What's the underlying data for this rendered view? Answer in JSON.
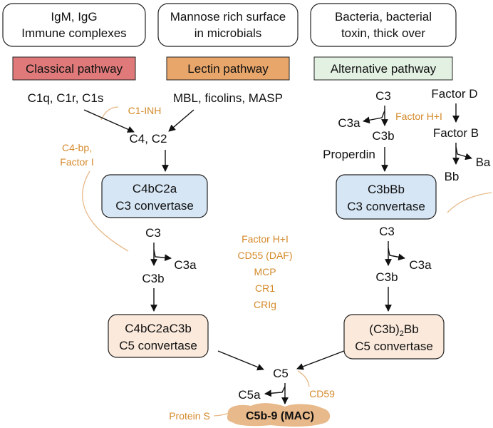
{
  "triggers": {
    "classical": [
      "IgM, IgG",
      "Immune complexes"
    ],
    "lectin": [
      "Mannose rich surface",
      "in microbials"
    ],
    "alternative": [
      "Bacteria, bacterial",
      "toxin, thick over"
    ]
  },
  "pathways": {
    "classical": {
      "label": "Classical pathway",
      "color": "#e07a7a"
    },
    "lectin": {
      "label": "Lectin pathway",
      "color": "#e8a66a"
    },
    "alternative": {
      "label": "Alternative pathway",
      "color": "#e3f1e3"
    }
  },
  "classical": {
    "initiators": "C1q, C1r, C1s",
    "c4c2": "C4, C2",
    "c3_convertase": [
      "C4bC2a",
      "C3 convertase"
    ],
    "c3": "C3",
    "c3a": "C3a",
    "c3b": "C3b",
    "c5_convertase": [
      "C4bC2aC3b",
      "C5 convertase"
    ]
  },
  "lectin": {
    "initiators": "MBL, ficolins, MASP"
  },
  "alternative": {
    "c3": "C3",
    "c3a": "C3a",
    "c3b": "C3b",
    "factor_d": "Factor D",
    "factor_b": "Factor B",
    "bb": "Bb",
    "ba": "Ba",
    "properdin": "Properdin",
    "c3_convertase": [
      "C3bBb",
      "C3 convertase"
    ],
    "c3_second": "C3",
    "c3a_second": "C3a",
    "c3b_second": "C3b",
    "c5_convertase_prefix": "(C3b)",
    "c5_convertase_sub": "2",
    "c5_convertase_suffix": "Bb",
    "c5_convertase_line2": "C5 convertase"
  },
  "terminal": {
    "c5": "C5",
    "c5a": "C5a",
    "mac": "C5b-9 (MAC)",
    "mac_color": "#e8b98a"
  },
  "regulators": {
    "c1_inh": "C1-INH",
    "c4bp": [
      "C4-bp,",
      "Factor I"
    ],
    "factor_hi_alt": "Factor H+I",
    "center": [
      "Factor H+I",
      "CD55 (DAF)",
      "MCP",
      "CR1",
      "CRIg"
    ],
    "cd59": "CD59",
    "protein_s": "Protein S",
    "color": "#d4892a"
  }
}
